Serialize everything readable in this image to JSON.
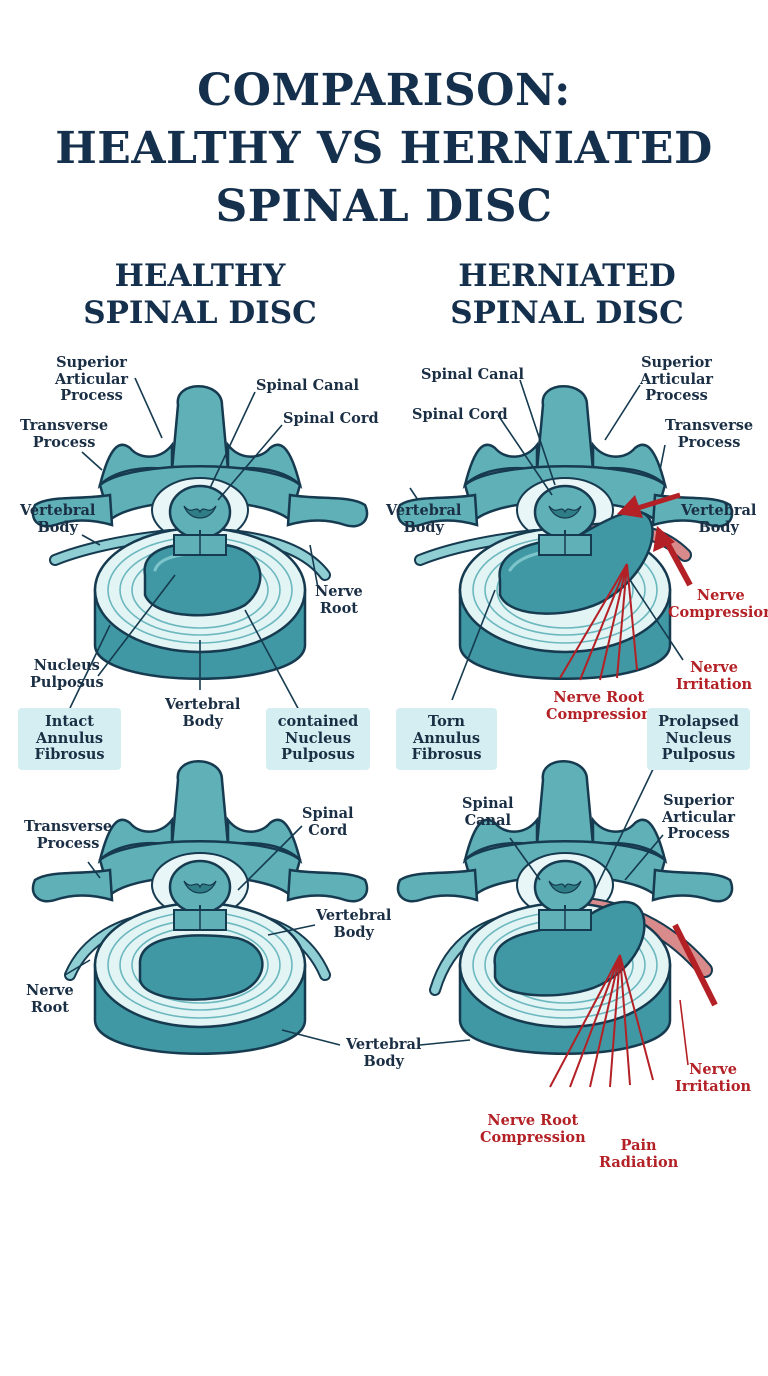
{
  "title": {
    "line1": "COMPARISON:",
    "line2": "HEALTHY VS HERNIATED",
    "line3": "SPINAL DISC"
  },
  "healthy": {
    "heading1": "HEALTHY",
    "heading2": "SPINAL DISC",
    "top": {
      "superior_articular": [
        "Superior",
        "Articular",
        "Process"
      ],
      "spinal_canal": "Spinal Canal",
      "spinal_cord": "Spinal Cord",
      "transverse_process": [
        "Transverse",
        "Process"
      ],
      "vertebral_body_left": [
        "Vertebral",
        "Body"
      ],
      "nerve_root": [
        "Nerve",
        "Root"
      ],
      "nucleus_pulposus": [
        "Nucleus",
        "Pulposus"
      ],
      "vertebral_body_bottom": [
        "Vertebral",
        "Body"
      ],
      "box_intact": [
        "Intact",
        "Annulus",
        "Fibrosus"
      ],
      "box_contained": [
        "contained",
        "Nucleus",
        "Pulposus"
      ]
    },
    "bottom": {
      "transverse_process": [
        "Transverse",
        "Process"
      ],
      "spinal_cord": [
        "Spinal",
        "Cord"
      ],
      "vertebral_body": [
        "Vertebral",
        "Body"
      ],
      "nerve_root": [
        "Nerve",
        "Root"
      ],
      "vertebral_body_shared": [
        "Vertebral",
        "Body"
      ]
    }
  },
  "herniated": {
    "heading1": "HERNIATED",
    "heading2": "SPINAL DISC",
    "top": {
      "spinal_canal": "Spinal Canal",
      "spinal_cord": "Spinal Cord",
      "superior_articular": [
        "Superior",
        "Articular",
        "Process"
      ],
      "transverse_process": [
        "Transverse",
        "Process"
      ],
      "vertebral_body_left": [
        "Vertebral",
        "Body"
      ],
      "vertebral_body_right": [
        "Vertebral",
        "Body"
      ],
      "nerve_compression": [
        "Nerve",
        "Compression"
      ],
      "nerve_irritation": [
        "Nerve",
        "Irritation"
      ],
      "nerve_root_compression": [
        "Nerve Root",
        "Compression"
      ],
      "box_torn": [
        "Torn",
        "Annulus",
        "Fibrosus"
      ],
      "box_prolapsed": [
        "Prolapsed",
        "Nucleus",
        "Pulposus"
      ]
    },
    "bottom": {
      "spinal_canal": [
        "Spinal",
        "Canal"
      ],
      "superior_articular": [
        "Superior",
        "Articular",
        "Process"
      ],
      "nerve_irritation": [
        "Nerve",
        "Irritation"
      ],
      "nerve_root_compression": [
        "Nerve Root",
        "Compression"
      ],
      "pain_radiation": [
        "Pain",
        "Radiation"
      ]
    }
  },
  "colors": {
    "bone": "#5fb0b7",
    "bone_dark": "#2f7d86",
    "outline": "#163a4f",
    "disc_light": "#e3f4f5",
    "nucleus": "#3f98a3",
    "red": "#b32025",
    "box": "#d4eef2",
    "title": "#15304d"
  }
}
